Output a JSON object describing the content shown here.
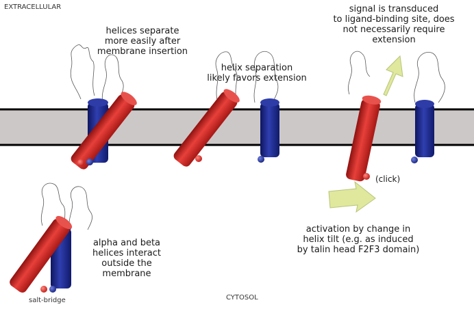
{
  "regions": {
    "extracellular": "EXTRACELLULAR",
    "cytosol": "CYTOSOL"
  },
  "annotations": {
    "helices_separate": "helices separate\nmore easily after\nmembrane insertion",
    "separation_extension": "helix separation\nlikely favors extension",
    "signal_transduced": "signal is transduced\nto ligand-binding site, does\nnot necessarily require\nextension",
    "click": "(click)",
    "activation": "activation by change in\nhelix tilt (e.g. as induced\nby talin head F2F3 domain)",
    "alpha_beta": "alpha and beta\nhelices interact\noutside the\nmembrane",
    "salt_bridge": "salt-bridge"
  },
  "colors": {
    "membrane_fill": "#cdc8c8",
    "membrane_line": "#000000",
    "alpha_helix": "#d42a26",
    "beta_helix": "#1c2a8c",
    "arrow": "#dfe89c"
  }
}
